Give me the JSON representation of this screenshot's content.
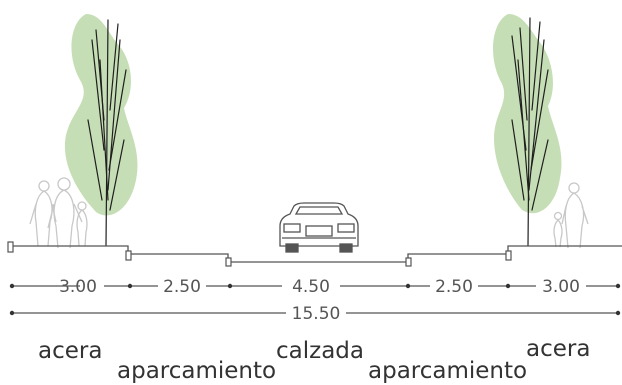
{
  "diagram": {
    "dimensions": {
      "segments": [
        "3.00",
        "2.50",
        "4.50",
        "2.50",
        "3.00"
      ],
      "total": "15.50"
    },
    "labels": {
      "left_sidewalk": "acera",
      "left_parking": "aparcamiento",
      "road": "calzada",
      "right_parking": "aparcamiento",
      "right_sidewalk": "acera"
    },
    "colors": {
      "foliage": "#bcd8a8",
      "line": "#555555",
      "people": "#c8c8c8",
      "branches": "#1f1f1f"
    },
    "icons": [
      "tree-icon",
      "car-icon",
      "pedestrian-icon"
    ]
  }
}
